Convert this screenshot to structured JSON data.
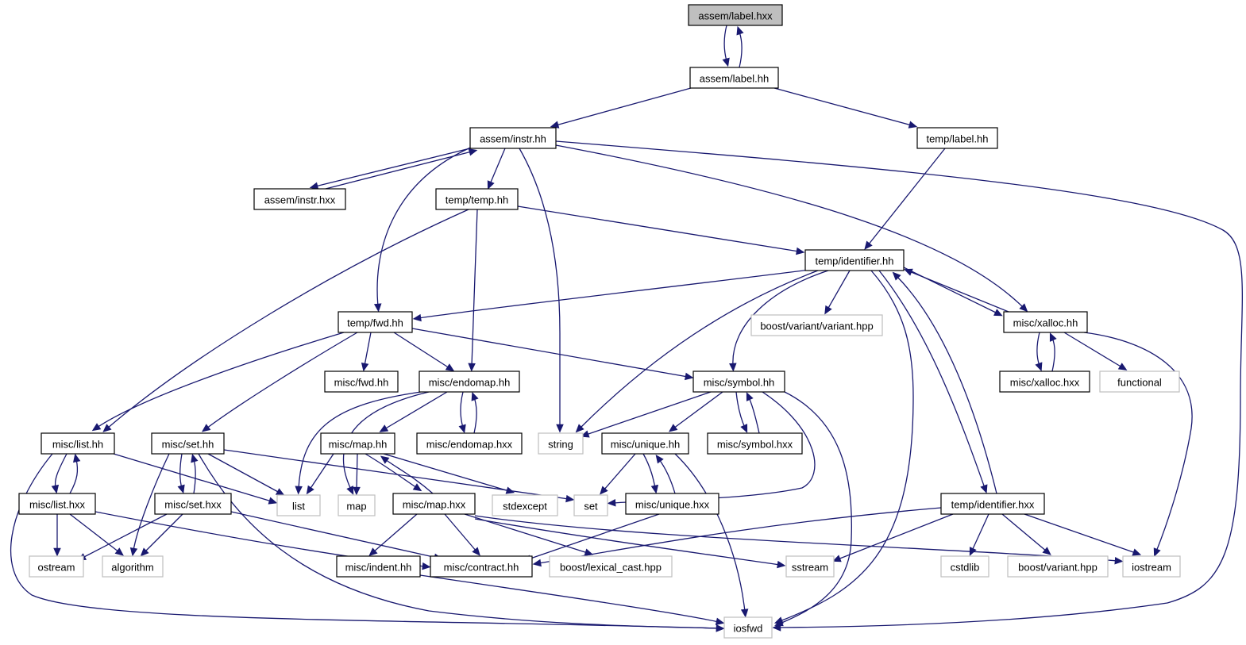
{
  "colors": {
    "edge": "#191970",
    "node_border": "#000000",
    "external_border": "#bfbfbf",
    "root_fill": "#bfbfbf"
  },
  "nodes": [
    {
      "id": "assem_label_hxx",
      "label": "assem/label.hxx"
    },
    {
      "id": "assem_label_hh",
      "label": "assem/label.hh"
    },
    {
      "id": "assem_instr_hh",
      "label": "assem/instr.hh"
    },
    {
      "id": "temp_label_hh",
      "label": "temp/label.hh"
    },
    {
      "id": "assem_instr_hxx",
      "label": "assem/instr.hxx"
    },
    {
      "id": "temp_temp_hh",
      "label": "temp/temp.hh"
    },
    {
      "id": "temp_identifier_hh",
      "label": "temp/identifier.hh"
    },
    {
      "id": "temp_fwd_hh",
      "label": "temp/fwd.hh"
    },
    {
      "id": "boost_variant_variant_hpp",
      "label": "boost/variant/variant.hpp"
    },
    {
      "id": "misc_xalloc_hh",
      "label": "misc/xalloc.hh"
    },
    {
      "id": "misc_fwd_hh",
      "label": "misc/fwd.hh"
    },
    {
      "id": "misc_endomap_hh",
      "label": "misc/endomap.hh"
    },
    {
      "id": "misc_symbol_hh",
      "label": "misc/symbol.hh"
    },
    {
      "id": "misc_xalloc_hxx",
      "label": "misc/xalloc.hxx"
    },
    {
      "id": "functional",
      "label": "functional"
    },
    {
      "id": "misc_list_hh",
      "label": "misc/list.hh"
    },
    {
      "id": "misc_set_hh",
      "label": "misc/set.hh"
    },
    {
      "id": "misc_map_hh",
      "label": "misc/map.hh"
    },
    {
      "id": "misc_endomap_hxx",
      "label": "misc/endomap.hxx"
    },
    {
      "id": "string",
      "label": "string"
    },
    {
      "id": "misc_unique_hh",
      "label": "misc/unique.hh"
    },
    {
      "id": "misc_symbol_hxx",
      "label": "misc/symbol.hxx"
    },
    {
      "id": "misc_list_hxx",
      "label": "misc/list.hxx"
    },
    {
      "id": "misc_set_hxx",
      "label": "misc/set.hxx"
    },
    {
      "id": "list",
      "label": "list"
    },
    {
      "id": "map",
      "label": "map"
    },
    {
      "id": "misc_map_hxx",
      "label": "misc/map.hxx"
    },
    {
      "id": "stdexcept",
      "label": "stdexcept"
    },
    {
      "id": "set",
      "label": "set"
    },
    {
      "id": "misc_unique_hxx",
      "label": "misc/unique.hxx"
    },
    {
      "id": "temp_identifier_hxx",
      "label": "temp/identifier.hxx"
    },
    {
      "id": "ostream",
      "label": "ostream"
    },
    {
      "id": "algorithm",
      "label": "algorithm"
    },
    {
      "id": "misc_contract_hh",
      "label": "misc/contract.hh"
    },
    {
      "id": "misc_indent_hh",
      "label": "misc/indent.hh"
    },
    {
      "id": "boost_lexical_cast_hpp",
      "label": "boost/lexical_cast.hpp"
    },
    {
      "id": "sstream",
      "label": "sstream"
    },
    {
      "id": "cstdlib",
      "label": "cstdlib"
    },
    {
      "id": "boost_variant_hpp",
      "label": "boost/variant.hpp"
    },
    {
      "id": "iostream",
      "label": "iostream"
    },
    {
      "id": "iosfwd",
      "label": "iosfwd"
    }
  ]
}
